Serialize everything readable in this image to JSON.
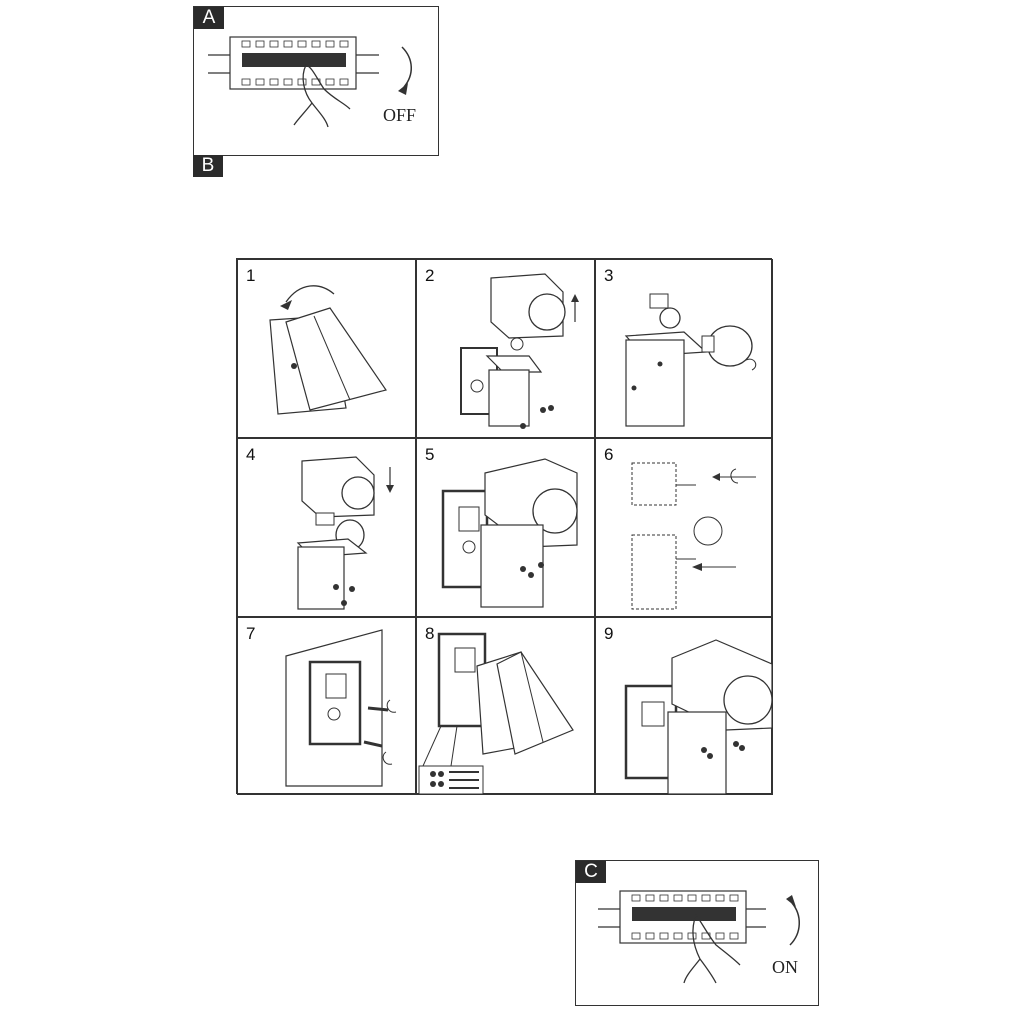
{
  "panel_a": {
    "tag": "A",
    "state_label": "OFF"
  },
  "panel_b": {
    "tag": "B"
  },
  "panel_c": {
    "tag": "C",
    "state_label": "ON"
  },
  "steps": [
    {
      "num": "1"
    },
    {
      "num": "2"
    },
    {
      "num": "3"
    },
    {
      "num": "4"
    },
    {
      "num": "5"
    },
    {
      "num": "6"
    },
    {
      "num": "7"
    },
    {
      "num": "8"
    },
    {
      "num": "9"
    }
  ],
  "icon_names": [
    "breaker-icon",
    "hand-icon",
    "arrow-icon",
    "lamp-cube-icon",
    "wall-box-icon",
    "screw-icon",
    "bulb-icon",
    "wall-icon",
    "terminal-icon"
  ]
}
